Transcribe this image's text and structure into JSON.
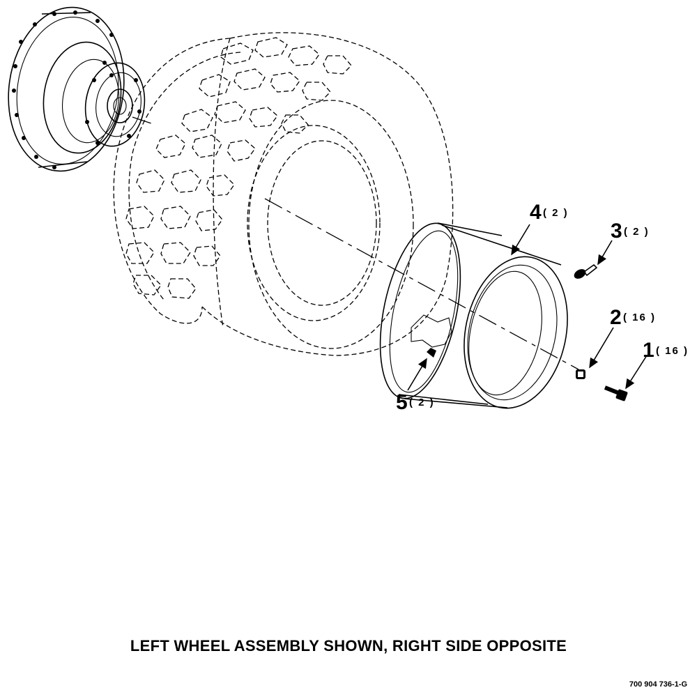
{
  "callouts": [
    {
      "number": "1",
      "qty": "( 16 )"
    },
    {
      "number": "2",
      "qty": "( 16 )"
    },
    {
      "number": "3",
      "qty": "( 2 )"
    },
    {
      "number": "4",
      "qty": "( 2 )"
    },
    {
      "number": "5",
      "qty": "( 2 )"
    }
  ],
  "caption": "LEFT WHEEL ASSEMBLY SHOWN, RIGHT SIDE OPPOSITE",
  "drawing_number": "700 904 736-1-G"
}
